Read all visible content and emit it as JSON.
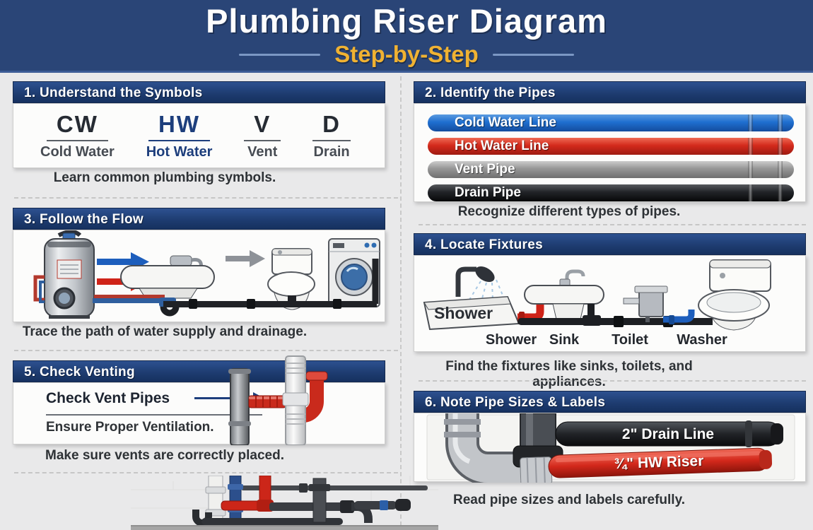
{
  "header": {
    "title": "Plumbing Riser Diagram",
    "subtitle": "Step-by-Step"
  },
  "colors": {
    "header_bg": "#2a4577",
    "step_bar": "#1d3b6f",
    "accent_yellow": "#f0b232",
    "cold_blue": "#1f6fd0",
    "hot_red": "#d42a1c",
    "vent_gray": "#9a9a9a",
    "drain_black": "#1f1f1f",
    "background": "#e9e9ea"
  },
  "step1": {
    "title": "1. Understand the Symbols",
    "caption": "Learn common plumbing symbols.",
    "symbols": [
      {
        "abbr": "CW",
        "label": "Cold Water"
      },
      {
        "abbr": "HW",
        "label": "Hot Water"
      },
      {
        "abbr": "V",
        "label": "Vent"
      },
      {
        "abbr": "D",
        "label": "Drain"
      }
    ]
  },
  "step2": {
    "title": "2. Identify the Pipes",
    "caption": "Recognize different types of pipes.",
    "pipes": [
      {
        "label": "Cold Water Line",
        "color": "#1f6fd0"
      },
      {
        "label": "Hot Water Line",
        "color": "#d42a1c"
      },
      {
        "label": "Vent Pipe",
        "color": "#9a9a9a"
      },
      {
        "label": "Drain Pipe",
        "color": "#1f1f1f"
      }
    ]
  },
  "step3": {
    "title": "3. Follow the Flow",
    "caption": "Trace the path of water supply and drainage."
  },
  "step4": {
    "title": "4. Locate Fixtures",
    "caption": "Find the fixtures like sinks, toilets, and appliances.",
    "tray_label": "Shower",
    "labels": [
      "Shower",
      "Sink",
      "Toilet",
      "Washer"
    ]
  },
  "step5": {
    "title": "5. Check Venting",
    "caption": "Make sure vents are correctly placed.",
    "note_title": "Check Vent Pipes",
    "note_sub": "Ensure Proper Ventilation."
  },
  "step6": {
    "title": "6. Note Pipe Sizes & Labels",
    "caption": "Read pipe sizes and labels carefully.",
    "drain_label": "2\" Drain Line",
    "riser_label": "¾\" HW Riser"
  }
}
